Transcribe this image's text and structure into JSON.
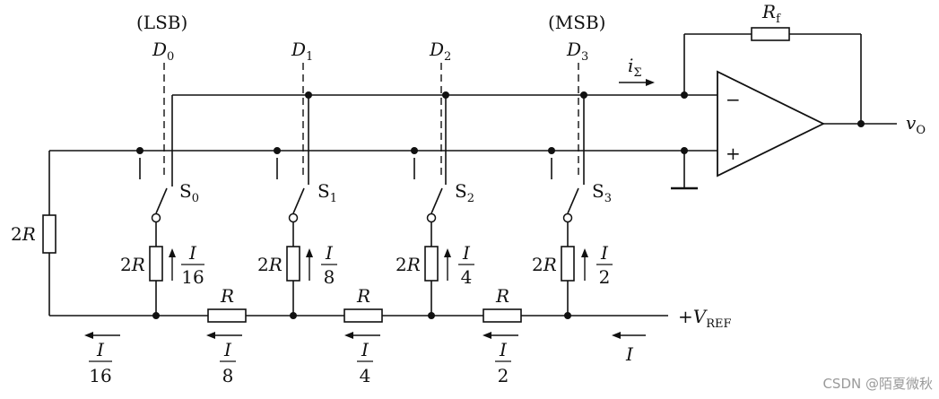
{
  "labels": {
    "lsb": "(LSB)",
    "msb": "(MSB)",
    "d0_main": "D",
    "d0_sub": "0",
    "d1_main": "D",
    "d1_sub": "1",
    "d2_main": "D",
    "d2_sub": "2",
    "d3_main": "D",
    "d3_sub": "3",
    "s0_main": "S",
    "s0_sub": "0",
    "s1_main": "S",
    "s1_sub": "1",
    "s2_main": "S",
    "s2_sub": "2",
    "s3_main": "S",
    "s3_sub": "3",
    "rf_main": "R",
    "rf_sub": "f",
    "isum_main": "i",
    "isum_sub": "Σ",
    "vo_main": "v",
    "vo_sub": "O",
    "vref_prefix": "+",
    "vref_main": "V",
    "vref_sub": "REF",
    "opamp_minus": "−",
    "opamp_plus": "+",
    "r2_left_coef": "2",
    "r2_left_sym": "R",
    "r2_0_coef": "2",
    "r2_0_sym": "R",
    "r2_1_coef": "2",
    "r2_1_sym": "R",
    "r2_2_coef": "2",
    "r2_2_sym": "R",
    "r2_3_coef": "2",
    "r2_3_sym": "R",
    "r_a": "R",
    "r_b": "R",
    "r_c": "R",
    "branch0_num": "I",
    "branch0_den": "16",
    "branch1_num": "I",
    "branch1_den": "8",
    "branch2_num": "I",
    "branch2_den": "4",
    "branch3_num": "I",
    "branch3_den": "2",
    "bottom0_num": "I",
    "bottom0_den": "16",
    "bottom1_num": "I",
    "bottom1_den": "8",
    "bottom2_num": "I",
    "bottom2_den": "4",
    "bottom3_num": "I",
    "bottom3_den": "2",
    "bottom_total": "I"
  },
  "watermark": "CSDN @陌夏微秋"
}
